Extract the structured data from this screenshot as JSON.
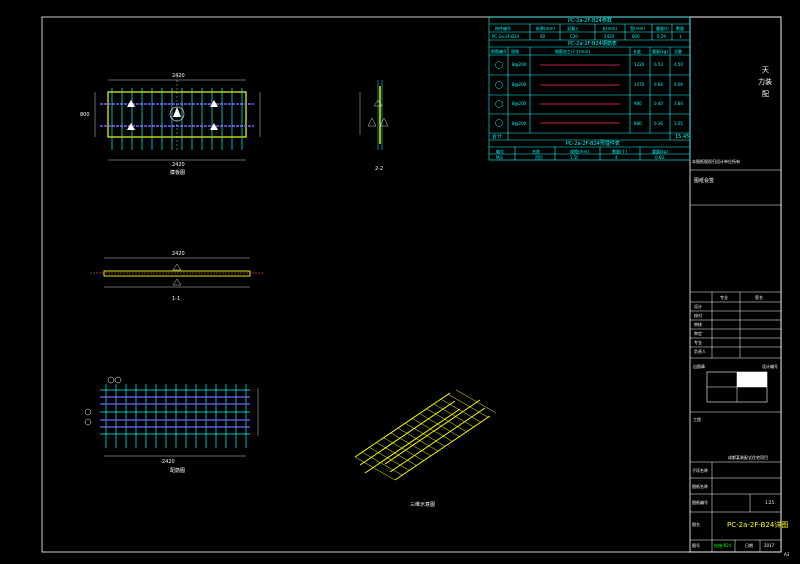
{
  "views": {
    "plan_label": "模板图",
    "section_label": "配筋图",
    "section_1": "1-1",
    "section_2": "2-2",
    "iso_label": "三维示意图",
    "dim_total": "2420",
    "dim_width": "800"
  },
  "top_table": {
    "title1": "PC-2a-2F-B24参数",
    "header1": [
      "构件编号",
      "板厚(mm)",
      "混凝土",
      "长(mm)",
      "宽(mm)",
      "重量(t)",
      "数量"
    ],
    "row1": [
      "PC-2a-2F-B24",
      "60",
      "C30",
      "2420",
      "800",
      "0.29",
      "1"
    ],
    "title2": "PC-2a-2F-B24钢筋表",
    "header2": [
      "钢筋编号",
      "规格",
      "钢筋加工尺寸(mm)",
      "长度",
      "重量(kg)",
      "总重"
    ],
    "rows2": [
      [
        "①",
        "8@200",
        "",
        "1220",
        "0.53",
        "4.50"
      ],
      [
        "②",
        "8@200",
        "",
        "1470",
        "0.64",
        "4.06"
      ],
      [
        "③",
        "8@200",
        "",
        "980",
        "0.40",
        "3.84"
      ],
      [
        "④",
        "8@200",
        "",
        "880",
        "0.36",
        "3.05"
      ]
    ],
    "total_label": "合计",
    "total_value": "15.45",
    "title3": "PC-2a-2F-B24预埋件表",
    "header3": [
      "编号",
      "名称",
      "规格(mm)",
      "数量(个)",
      "重量(kg)"
    ],
    "row3": [
      "MJ1",
      "吊钉",
      "1.5t",
      "4",
      "0.60"
    ]
  },
  "title_block": {
    "company_lines": [
      "天",
      "力装",
      "配"
    ],
    "note_small": "本图纸版权归设计单位所有",
    "section_head": "图纸会签",
    "sign_head": [
      "专业",
      "签名"
    ],
    "roles": [
      "设计",
      "校对",
      "审核",
      "审定",
      "专业",
      "负责人"
    ],
    "stamp_label": "出图章",
    "stamp_right": "设计编号",
    "project_label": "工程",
    "project_name": "成都某装配式住宅项目",
    "building_label": "子项名称",
    "sub_label": "图纸名称",
    "scale_label": "图纸编号",
    "scale_value": "1:25",
    "drawing_label": "图名",
    "drawing_name": "PC-2a-2F-B24详图",
    "date_label": "日期",
    "date_value": "2017",
    "sheet_label": "图号",
    "sheet_value": "结施-B24"
  },
  "corner_mark": "A3",
  "colors": {
    "cyan": "#00ffff",
    "yellow": "#ffff00",
    "purple": "#8060ff",
    "green": "#00ff00"
  }
}
